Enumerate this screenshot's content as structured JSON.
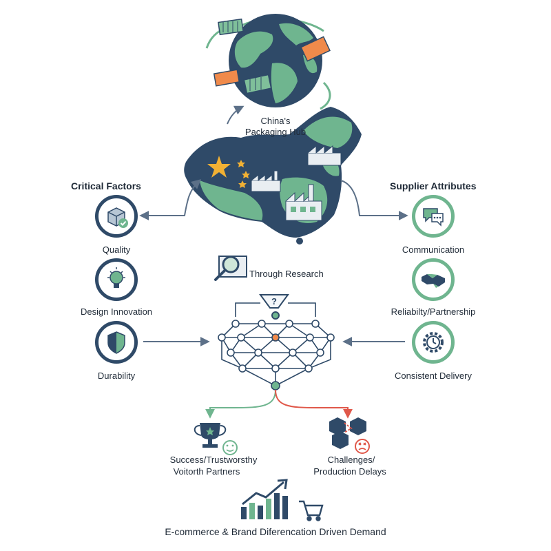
{
  "hub": {
    "line1": "China's",
    "line2": "Packaging Hub"
  },
  "left": {
    "title": "Critical Factors",
    "items": [
      {
        "label": "Quality",
        "icon": "box-check-icon"
      },
      {
        "label": "Design Innovation",
        "icon": "lightbulb-icon"
      },
      {
        "label": "Durability",
        "icon": "shield-icon"
      }
    ]
  },
  "right": {
    "title": "Supplier Attributes",
    "items": [
      {
        "label": "Communication",
        "icon": "chat-bubbles-icon"
      },
      {
        "label": "Reliabilty/Partnership",
        "icon": "handshake-icon"
      },
      {
        "label": "Consistent Delivery",
        "icon": "gear-clock-icon"
      }
    ]
  },
  "research": {
    "label": "Through Research",
    "icon": "magnifier-icon"
  },
  "outcomes": {
    "success": {
      "line1": "Success/Trustworsthy",
      "line2": "Voitorth Partners",
      "icon": "trophy-icon"
    },
    "challenges": {
      "line1": "Challenges/",
      "line2": "Production Delays",
      "icon": "broken-boxes-icon"
    }
  },
  "footer": {
    "label": "E-commerce & Brand Diferencation Driven Demand"
  },
  "colors": {
    "navy": "#2f4a68",
    "green": "#6fb58f",
    "orange": "#f08a4b",
    "red": "#e0584a",
    "gold": "#f2b134"
  }
}
